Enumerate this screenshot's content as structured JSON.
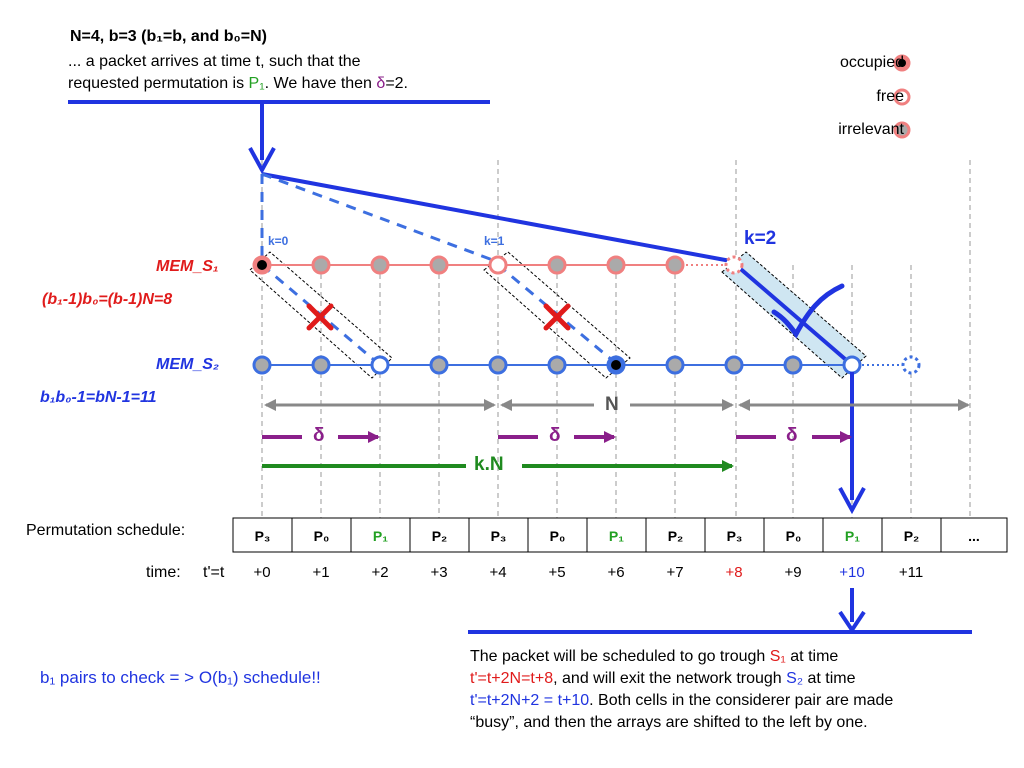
{
  "header": {
    "title": "N=4, b=3 (b₁=b, and b₀=N)",
    "desc_line1": "... a packet arrives at time t, such that the",
    "desc_line2_prefix": "requested permutation is ",
    "desc_line2_perm": "P₁",
    "desc_line2_mid": ". We have then ",
    "desc_line2_delta": "δ",
    "desc_line2_suffix": "=2."
  },
  "legend": {
    "occupied": "occupied",
    "free": "free",
    "irrelevant": "irrelevant"
  },
  "labels": {
    "mem_s1": "MEM_S₁",
    "mem_s2": "MEM_S₂",
    "formula_s1": "(b₁-1)b₀=(b-1)N=8",
    "formula_s2": "b₁b₀-1=bN-1=11",
    "k0": "k=0",
    "k1": "k=1",
    "k2": "k=2",
    "n": "N",
    "delta": "δ",
    "kn": "k.N"
  },
  "schedule": {
    "label": "Permutation schedule:",
    "cells": [
      "P₃",
      "P₀",
      "P₁",
      "P₂",
      "P₃",
      "P₀",
      "P₁",
      "P₂",
      "P₃",
      "P₀",
      "P₁",
      "P₂",
      "..."
    ],
    "highlight_color": "#22a022"
  },
  "time": {
    "label": "time:",
    "prefix": "t'=t",
    "ticks": [
      "+0",
      "+1",
      "+2",
      "+3",
      "+4",
      "+5",
      "+6",
      "+7",
      "+8",
      "+9",
      "+10",
      "+11"
    ]
  },
  "bottom": {
    "left_text": "b₁ pairs to check = > O(b₁) schedule!!",
    "line1_prefix": "The packet will be scheduled to go trough ",
    "line1_s1": "S₁",
    "line1_suffix": " at time",
    "line2_red": "t'=t+2N=t+8",
    "line2_suffix": ", and will exit the network trough ",
    "line2_s2": "S₂",
    "line2_end": " at time",
    "line3_blue": "t'=t+2N+2 = t+10",
    "line3_suffix": ". Both cells in the considerer pair are made",
    "line4": "“busy”, and then the arrays are shifted to the left by one."
  },
  "colors": {
    "blue": "#2034e0",
    "light_blue": "#3d6fe0",
    "salmon": "#f08080",
    "red": "#e01b1b",
    "purple": "#8a1f8a",
    "green": "#1f8a1f",
    "grey": "#888888"
  }
}
